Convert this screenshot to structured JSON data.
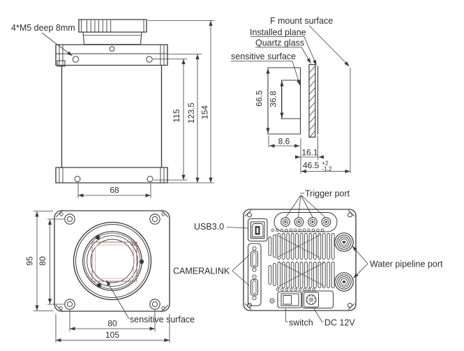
{
  "side_view": {
    "screw_label": "4*M5 deep 8mm",
    "dims": {
      "d115": "115",
      "d123": "123.5",
      "d154": "154",
      "d68": "68"
    }
  },
  "section_view": {
    "labels": {
      "f_mount": "F mount surface",
      "installed": "Installed plane",
      "quartz": "Quartz glass",
      "sensitive": "sensitive surface"
    },
    "dims": {
      "d665": "66.5",
      "d368": "36.8",
      "d86": "8.6",
      "d161": "16.1",
      "d465": "46.5",
      "tol_plus": "+2",
      "tol_minus": "-1.2"
    }
  },
  "front_view": {
    "label_sensitive": "sensitive surface",
    "dims": {
      "d95": "95",
      "d80v": "80",
      "d80h": "80",
      "d105": "105"
    }
  },
  "back_view": {
    "labels": {
      "trigger": "Trigger port",
      "usb": "USB3.0",
      "cameralink": "CAMERALINK",
      "water": "Water pipeline port",
      "switch_label": "switch",
      "dc": "DC 12V"
    }
  },
  "colors": {
    "line": "#3b3b3b",
    "sensor_outline": "#a8645e",
    "sensor_inner": "#c9a099"
  }
}
